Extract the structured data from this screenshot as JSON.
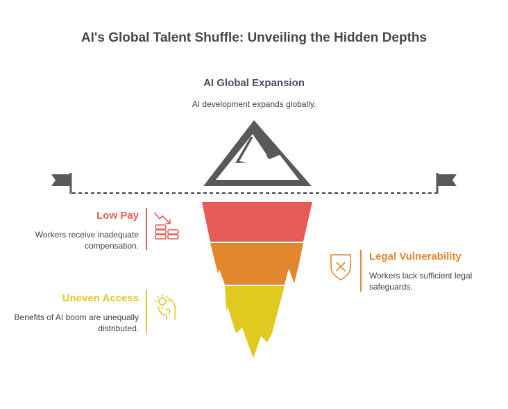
{
  "title": "AI's Global Talent Shuffle: Unveiling the Hidden Depths",
  "top": {
    "heading": "AI Global Expansion",
    "description": "AI development expands globally."
  },
  "items": [
    {
      "heading": "Low Pay",
      "description_line1": "Workers receive inadequate",
      "description_line2": "compensation.",
      "color": "#e85a55",
      "icon": "declining-money-icon"
    },
    {
      "heading": "Legal Vulnerability",
      "description_line1": "Workers lack sufficient legal",
      "description_line2": "safeguards.",
      "color": "#e3872f",
      "icon": "shield-x-icon"
    },
    {
      "heading": "Uneven Access",
      "description_line1": "Benefits of AI boom are unequally",
      "description_line2": "distributed.",
      "color": "#dfcb1f",
      "icon": "hand-coin-icon"
    }
  ],
  "colors": {
    "mountain": "#595959",
    "waterline": "#3f3f3f",
    "flag": "#595959"
  }
}
